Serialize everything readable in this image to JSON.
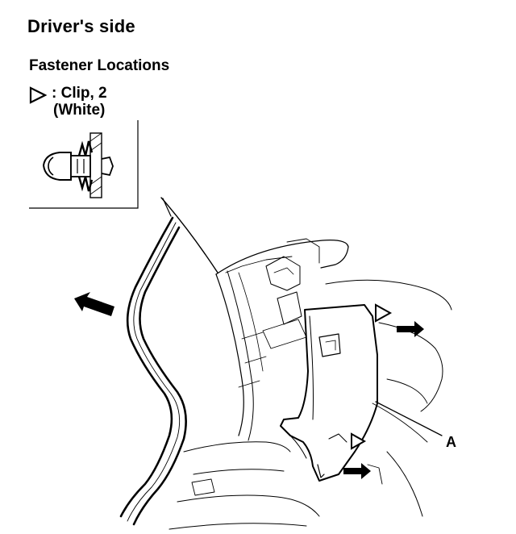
{
  "header": {
    "title": "Driver's side"
  },
  "legend": {
    "heading": "Fastener Locations",
    "symbol_icon": "triangle-outline-icon",
    "clip_label": ": Clip, 2",
    "clip_color_note": "(White)"
  },
  "diagram": {
    "callout_a": "A"
  }
}
